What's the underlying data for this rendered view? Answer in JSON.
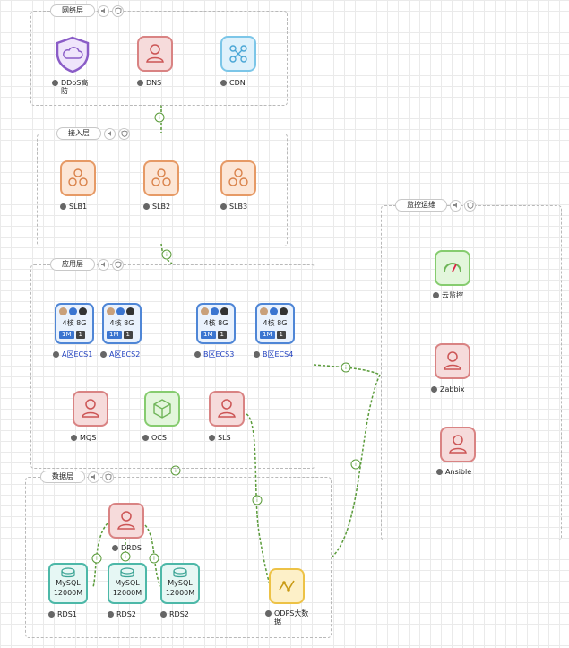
{
  "groups": {
    "network": {
      "title": "网络层"
    },
    "access": {
      "title": "接入层"
    },
    "app": {
      "title": "应用层"
    },
    "data": {
      "title": "数据层"
    },
    "monitor": {
      "title": "监控运维"
    }
  },
  "nodes": {
    "ddos": {
      "label": "DDoS高防"
    },
    "dns": {
      "label": "DNS"
    },
    "cdn": {
      "label": "CDN"
    },
    "slb1": {
      "label": "SLB1"
    },
    "slb2": {
      "label": "SLB2"
    },
    "slb3": {
      "label": "SLB3"
    },
    "ecs1": {
      "label": "A区ECS1",
      "spec": "4核 8G",
      "bandwidth": "1M",
      "count": "1"
    },
    "ecs2": {
      "label": "A区ECS2",
      "spec": "4核 8G",
      "bandwidth": "1M",
      "count": "1"
    },
    "ecs3": {
      "label": "B区ECS3",
      "spec": "4核 8G",
      "bandwidth": "1M",
      "count": "1"
    },
    "ecs4": {
      "label": "B区ECS4",
      "spec": "4核 8G",
      "bandwidth": "1M",
      "count": "1"
    },
    "mqs": {
      "label": "MQS"
    },
    "ocs": {
      "label": "OCS"
    },
    "sls": {
      "label": "SLS"
    },
    "drds": {
      "label": "DRDS"
    },
    "rds1": {
      "label": "RDS1",
      "engine": "MySQL",
      "size": "12000M"
    },
    "rds2a": {
      "label": "RDS2",
      "engine": "MySQL",
      "size": "12000M"
    },
    "rds2b": {
      "label": "RDS2",
      "engine": "MySQL",
      "size": "12000M"
    },
    "odps": {
      "label": "ODPS大数据"
    },
    "cloudmon": {
      "label": "云监控"
    },
    "zabbix": {
      "label": "Zabbix"
    },
    "ansible": {
      "label": "Ansible"
    }
  },
  "colors": {
    "connector": "#5a9b3a",
    "red_tile": "#d98383",
    "orange_tile": "#e69a66",
    "blue_tile": "#7cc6e8",
    "green_tile": "#86cc6f",
    "yellow_tile": "#edc246",
    "ddos_border": "#8a5cc7",
    "ecs_border": "#4f86d6",
    "rds_border": "#4db8a8"
  },
  "icons": {
    "group_buttons": [
      "sound-icon",
      "shield-icon"
    ],
    "node_label": "user-circle-icon",
    "connector_marker": "info-icon"
  }
}
